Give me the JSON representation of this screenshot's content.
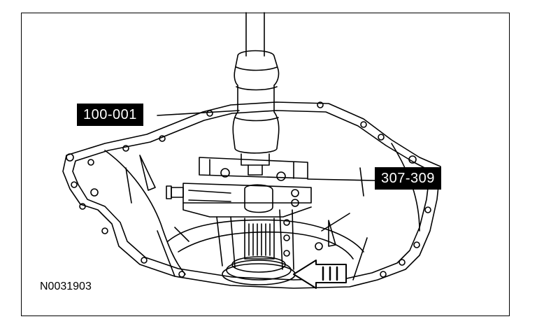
{
  "callouts": {
    "tool_a": "100-001",
    "tool_b": "307-309"
  },
  "figure_id": "N0031903",
  "colors": {
    "line": "#000000",
    "background": "#ffffff",
    "label_bg": "#000000",
    "label_text": "#ffffff"
  }
}
